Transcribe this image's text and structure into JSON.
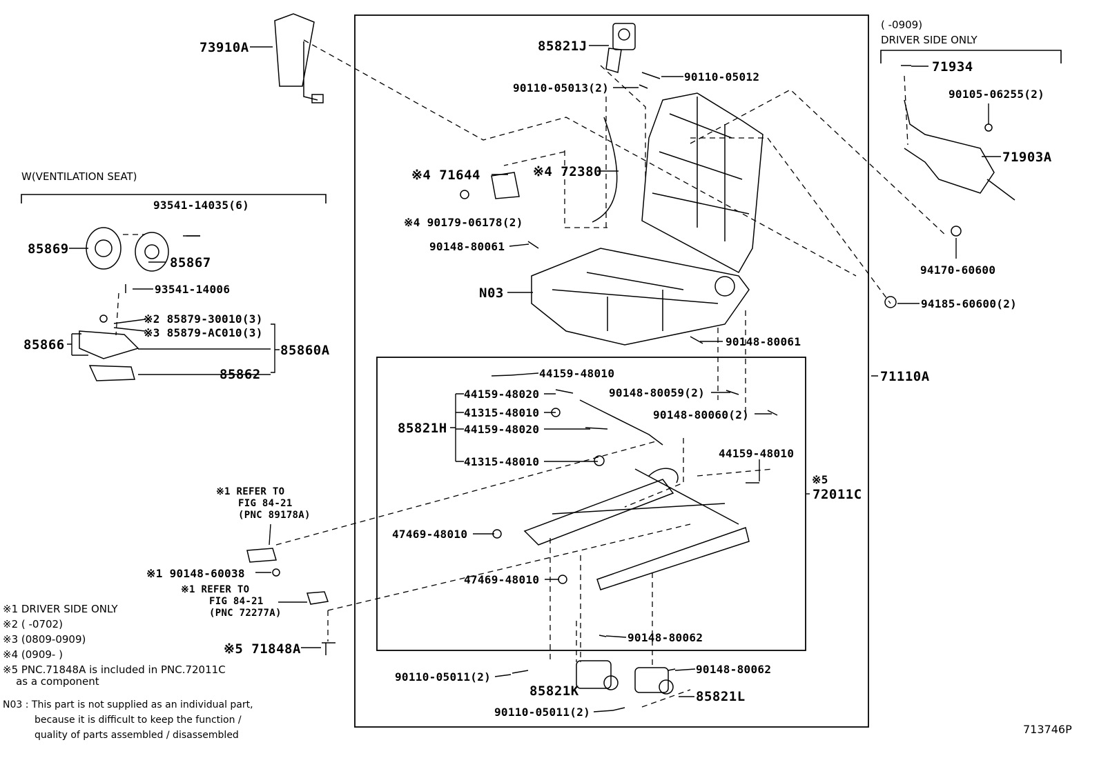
{
  "title_code": "713746P",
  "labels": {
    "p73910A": "73910A",
    "p85821J": "85821J",
    "p90110_05012": "90110-05012",
    "p90110_05013": "90110-05013(2)",
    "p71644": "※4 71644",
    "p72380": "※4 72380",
    "p90179": "※4 90179-06178(2)",
    "p90148_80061a": "90148-80061",
    "pN03": "N03",
    "p90148_80061b": "90148-80061",
    "p71110A": "71110A",
    "p44159_48010a": "44159-48010",
    "p44159_48020a": "44159-48020",
    "p41315_48010a": "41315-48010",
    "p85821H": "85821H",
    "p44159_48020b": "44159-48020",
    "p41315_48010b": "41315-48010",
    "p90148_80059": "90148-80059(2)",
    "p90148_80060": "90148-80060(2)",
    "p44159_48010b": "44159-48010",
    "p72011C_mark": "※5",
    "p72011C": "72011C",
    "p47469a": "47469-48010",
    "p47469b": "47469-48010",
    "p90148_80062a": "90148-80062",
    "p90148_80062b": "90148-80062",
    "p90110_05011a": "90110-05011(2)",
    "p85821K": "85821K",
    "p85821L": "85821L",
    "p90110_05011b": "90110-05011(2)",
    "p71934": "71934",
    "p90105": "90105-06255(2)",
    "p71903A": "71903A",
    "p94170": "94170-60600",
    "p94185": "94185-60600(2)",
    "ventilation_title": "W(VENTILATION SEAT)",
    "p93541_14035": "93541-14035(6)",
    "p85869": "85869",
    "p85867": "85867",
    "p93541_14006": "93541-14006",
    "p85879_30010": "※2 85879-30010(3)",
    "p85879_AC010": "※3 85879-AC010(3)",
    "p85866": "85866",
    "p85860A": "85860A",
    "p85862": "85862",
    "ref1_line1": "※1 REFER TO",
    "ref1_line2": "FIG 84-21",
    "ref1_line3": "(PNC 89178A)",
    "p90148_60038": "※1 90148-60038",
    "ref2_line1": "※1 REFER TO",
    "ref2_line2": "FIG 84-21",
    "ref2_line3": "(PNC 72277A)",
    "p71848A": "※5 71848A",
    "driver_title_line1": "(      -0909)",
    "driver_title_line2": "DRIVER SIDE ONLY"
  },
  "notes": [
    "※1 DRIVER SIDE ONLY",
    "※2 (      -0702)",
    "※3 (0809-0909)",
    "※4 (0909-      )",
    "※5 PNC.71848A is included in PNC.72011C",
    "    as a component"
  ],
  "n03_note": [
    "N03 : This part is not supplied as an individual part,",
    "because it is difficult to keep the function /",
    "quality of parts assembled / disassembled"
  ]
}
